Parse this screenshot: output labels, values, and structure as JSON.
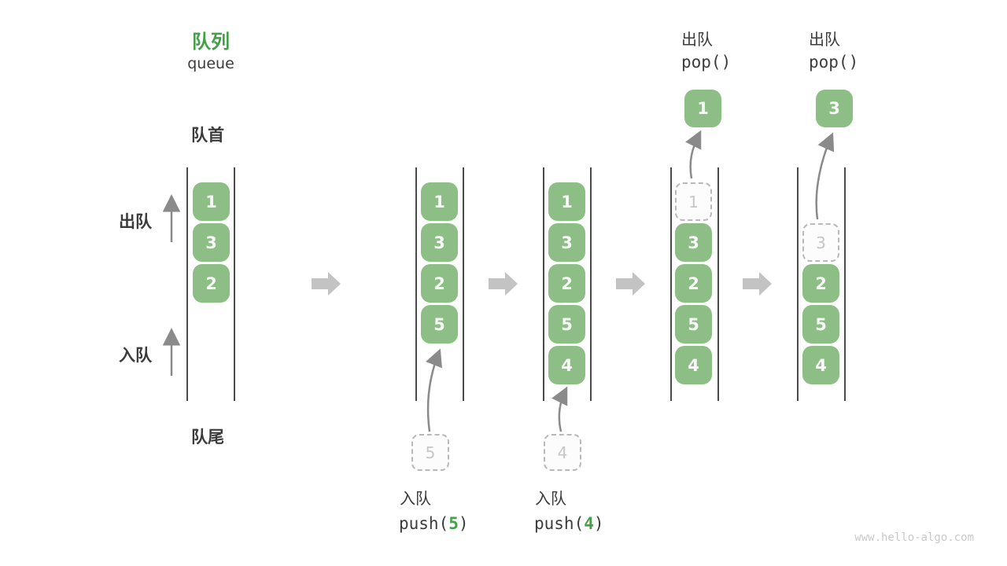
{
  "title": {
    "zh": "队列",
    "en": "queue"
  },
  "labels": {
    "front": "队首",
    "rear": "队尾",
    "dequeue": "出队",
    "enqueue": "入队"
  },
  "columns": [
    {
      "boxes": [
        "1",
        "3",
        "2"
      ]
    },
    {
      "boxes": [
        "1",
        "3",
        "2",
        "5"
      ],
      "incoming": "5",
      "op": {
        "zh": "入队",
        "fn": "push(",
        "arg": "5",
        "close": ")"
      }
    },
    {
      "boxes": [
        "1",
        "3",
        "2",
        "5",
        "4"
      ],
      "incoming": "4",
      "op": {
        "zh": "入队",
        "fn": "push(",
        "arg": "4",
        "close": ")"
      }
    },
    {
      "ghost": "1",
      "boxes": [
        "3",
        "2",
        "5",
        "4"
      ],
      "popped": "1",
      "op": {
        "zh": "出队",
        "code": "pop()"
      }
    },
    {
      "ghost": "3",
      "boxes": [
        "2",
        "5",
        "4"
      ],
      "popped": "3",
      "op": {
        "zh": "出队",
        "code": "pop()"
      }
    }
  ],
  "watermark": "www.hello-algo.com",
  "colors": {
    "accent_green": "#43A047",
    "box_green": "#8DBE85",
    "ghost_border": "#B9B9B9",
    "ghost_text": "#C6C6C6",
    "text_dark": "#3B3B3B",
    "arrow_gray": "#8A8A8A",
    "block_arrow_gray": "#C3C3C3",
    "line_dark": "#4A4A4A",
    "watermark_gray": "#C9C9C9"
  }
}
